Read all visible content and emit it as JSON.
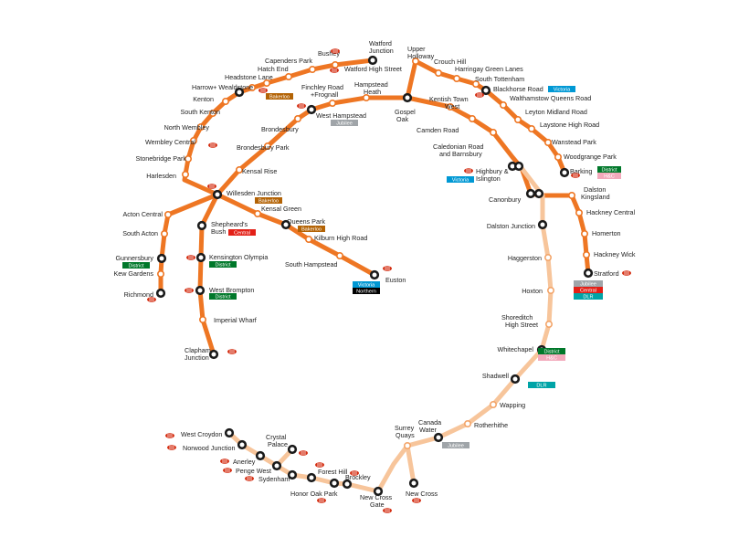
{
  "colors": {
    "overground": "#ee7623",
    "overground_light": "#f7c59b",
    "interchange": "#1a1a1a",
    "national_rail": "#d42e12",
    "background": "#ffffff"
  },
  "icons": {
    "national_rail": "national-rail-icon"
  },
  "stations": {
    "watford_junction": [
      "Watford",
      "Junction"
    ],
    "bushey": "Bushey",
    "watford_high_street": "Watford High Street",
    "carpenders_park": "Capenders Park",
    "hatch_end": "Hatch End",
    "headstone_lane": "Headstone Lane",
    "harrow_wealdstone": "Harrow+ Wealdstone",
    "kenton": "Kenton",
    "south_kenton": "South Kenton",
    "north_wembley": "North Wembley",
    "wembley_central": "Wembley Central",
    "stonebridge_park": "Stonebridge Park",
    "harlesden": "Harlesden",
    "willesden_junction": "Willesden Junction",
    "acton_central": "Acton Central",
    "south_acton": "South Acton",
    "gunnersbury": "Gunnersbury",
    "kew_gardens": "Kew Gardens",
    "richmond": "Richmond",
    "finchley_road": [
      "Finchley Road",
      "+Frognall"
    ],
    "hampstead_heath": [
      "Hampstead",
      "Heath"
    ],
    "west_hampstead": "West Hampstead",
    "brondesbury": "Brondesbury",
    "brondesbury_park": "Brondesbury Park",
    "kensal_rise": "Kensal Rise",
    "shepherds_bush": [
      "Shepheard's",
      "Bush"
    ],
    "kensington_olympia": "Kensington Olympia",
    "west_brompton": "West Brompton",
    "imperial_wharf": "Imperial Wharf",
    "clapham_junction": [
      "Clapham",
      "Junction"
    ],
    "kensal_green": "Kensal Green",
    "queens_park": "Queens Park",
    "kilburn_high_road": "Kilburn High Road",
    "south_hampstead": "South Hampstead",
    "euston": "Euston",
    "upper_holloway": [
      "Upper",
      "Holloway"
    ],
    "crouch_hill": "Crouch Hill",
    "harringay_green_lanes": "Harringay Green Lanes",
    "south_tottenham": "South Tottenham",
    "blackhorse_road": "Blackhorse Road",
    "walthamstow_queens_road": "Walthamstow Queens Road",
    "leyton_midland_road": "Leyton Midland Road",
    "leytonstone_high_road": "Laystone High Road",
    "wanstead_park": "Wanstead Park",
    "woodgrange_park": "Woodgrange Park",
    "barking": "Barking",
    "gospel_oak": [
      "Gospel",
      "Oak"
    ],
    "kentish_town_west": [
      "Kentish Town",
      "West"
    ],
    "camden_road": "Camden Road",
    "caledonian_road": [
      "Caledonian Road",
      "and Barnsbury"
    ],
    "highbury_islington": [
      "Highbury &",
      "Islington"
    ],
    "canonbury": "Canonbury",
    "dalston_kingsland": [
      "Dalston",
      "Kingsland"
    ],
    "hackney_central": "Hackney Central",
    "homerton": "Homerton",
    "hackney_wick": "Hackney Wick",
    "stratford": "Stratford",
    "dalston_junction": "Dalston Junction",
    "haggerston": "Haggerston",
    "hoxton": "Hoxton",
    "shoreditch_high_street": [
      "Shoreditch",
      "High Street"
    ],
    "whitechapel": "Whitechapel",
    "shadwell": "Shadwell",
    "wapping": "Wapping",
    "rotherhithe": "Rotherhithe",
    "canada_water": [
      "Canada",
      "Water"
    ],
    "surrey_quays": [
      "Surrey",
      "Quays"
    ],
    "new_cross": "New Cross",
    "new_cross_gate": [
      "New Cross",
      "Gate"
    ],
    "brockley": "Brockley",
    "honor_oak_park": "Honor Oak Park",
    "forest_hill": "Forest Hill",
    "sydenham": "Sydenham",
    "crystal_palace": [
      "Crystal",
      "Palace"
    ],
    "penge_west": "Penge West",
    "anerley": "Anerley",
    "norwood_junction": "Norwood Junction",
    "west_croydon": "West Croydon"
  },
  "badges": {
    "bakerloo": {
      "label": "Bakerloo",
      "color": "#b36305"
    },
    "district": {
      "label": "District",
      "color": "#00782a"
    },
    "central": {
      "label": "Central",
      "color": "#e32017"
    },
    "jubilee": {
      "label": "Jubilee",
      "color": "#a0a5a9"
    },
    "victoria": {
      "label": "Victoria",
      "color": "#0098d4"
    },
    "northern": {
      "label": "Northern",
      "color": "#000000"
    },
    "dlr": {
      "label": "DLR",
      "color": "#00a4a7"
    },
    "hammersmith_city": {
      "label": "H&C",
      "color": "#f3a9bb"
    }
  }
}
